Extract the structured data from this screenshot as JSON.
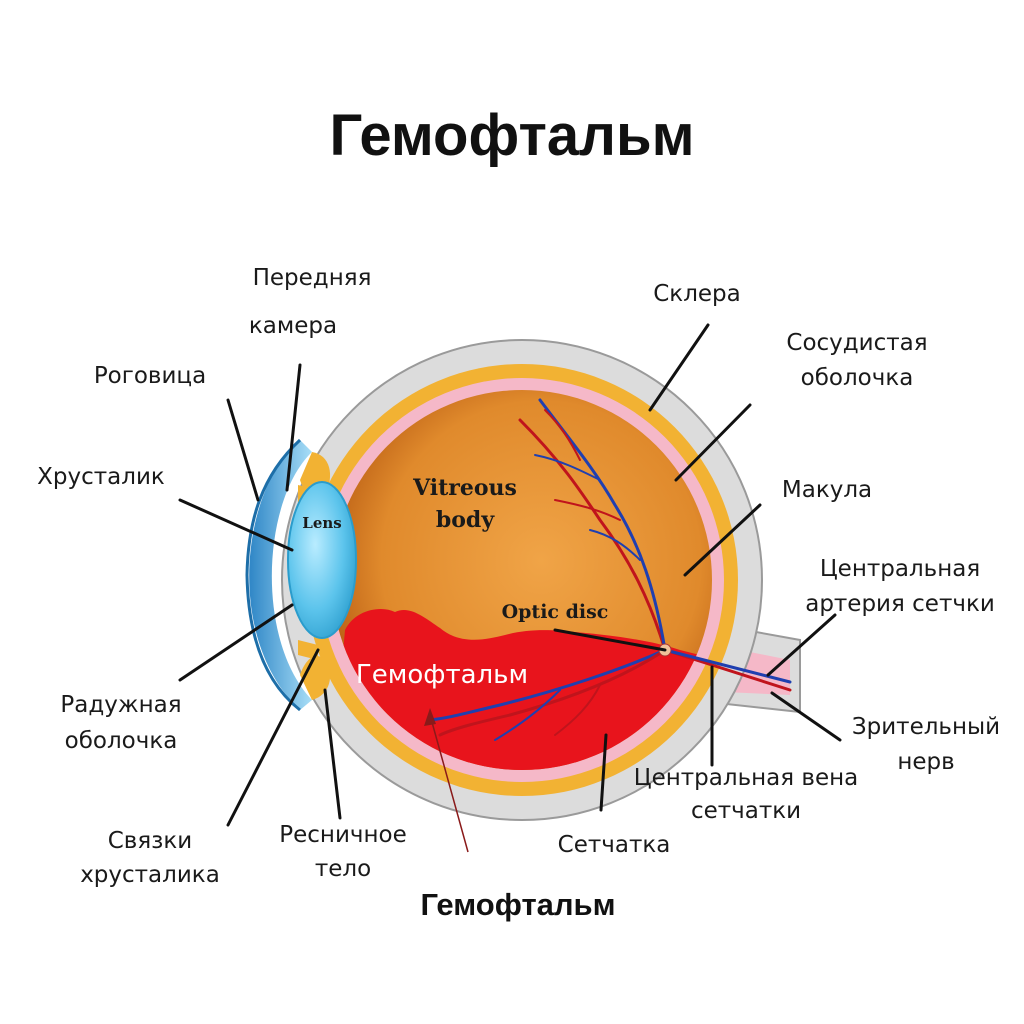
{
  "title": "Гемофтальм",
  "caption": "Гемофтальм",
  "inner": {
    "vitreous_line1": "Vitreous",
    "vitreous_line2": "body",
    "lens": "Lens",
    "optic_disc": "Optic disc",
    "hemorrhage": "Гемофтальм"
  },
  "labels": {
    "anterior_chamber_1": "Передняя",
    "anterior_chamber_2": "камера",
    "cornea": "Роговица",
    "lens_ru": "Хрусталик",
    "iris_1": "Радужная",
    "iris_2": "оболочка",
    "zonule_1": "Связки",
    "zonule_2": "хрусталика",
    "ciliary_1": "Ресничное",
    "ciliary_2": "тело",
    "sclera": "Склера",
    "choroid_1": "Сосудистая",
    "choroid_2": "оболочка",
    "macula": "Макула",
    "artery_1": "Центральная",
    "artery_2": "артерия сетчки",
    "nerve_1": "Зрительный",
    "nerve_2": "нерв",
    "vein_1": "Центральная вена",
    "vein_2": "сетчатки",
    "retina": "Сетчатка"
  },
  "colors": {
    "sclera": "#dcdcdc",
    "choroid": "#f2b233",
    "retina": "#f5b8c8",
    "vitreous": "#e38a2e",
    "hemorrhage": "#e8141c",
    "lens": "#5cc4ec",
    "cornea": "#8fd3f5",
    "vessel_red": "#c0141c",
    "vessel_blue": "#1f3fb0"
  }
}
